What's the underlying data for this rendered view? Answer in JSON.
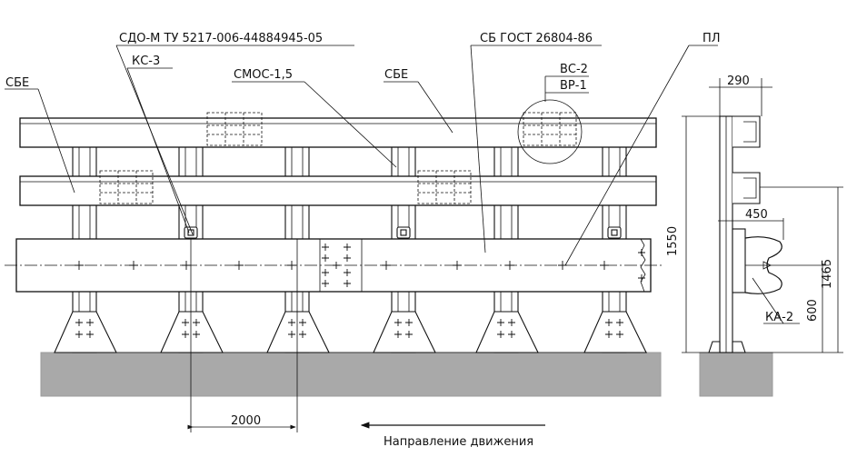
{
  "labels": {
    "sbe_left": "СБЕ",
    "sdo": "СДО-М ТУ 5217-006-44884945-05",
    "ks": "КС-3",
    "smos": "СМОС-1,5",
    "sbe_top": "СБЕ",
    "sb_gost": "СБ ГОСТ 26804-86",
    "vs": "ВС-2",
    "vr": "ВР-1",
    "pl": "ПЛ",
    "ka": "КА-2"
  },
  "dimensions": {
    "post_spacing": "2000",
    "width_290": "290",
    "offset_450": "450",
    "height_1550": "1550",
    "height_1465": "1465",
    "height_600": "600"
  },
  "caption": "Направление движения"
}
